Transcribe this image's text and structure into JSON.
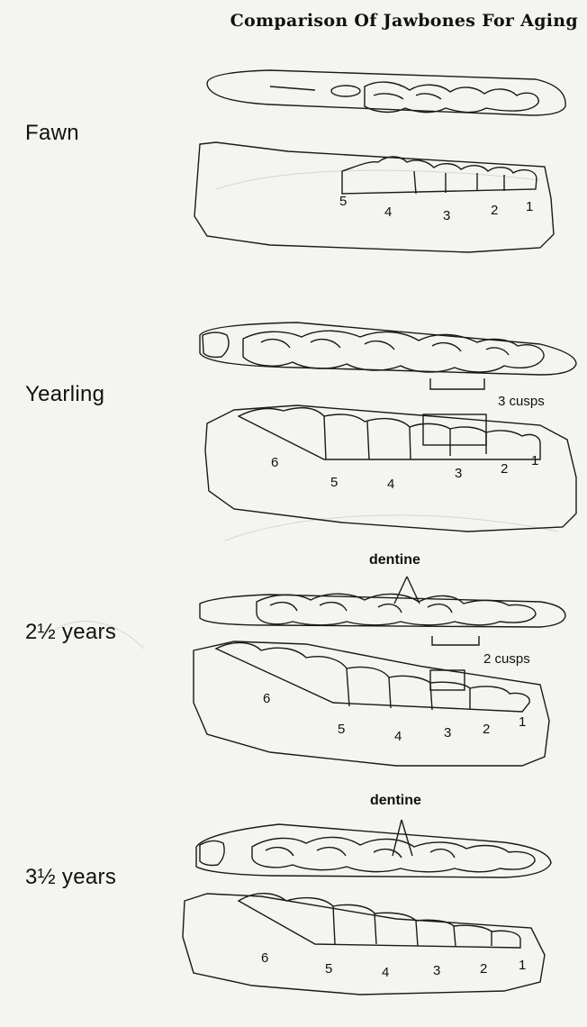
{
  "title": "Comparison Of Jawbones For Aging",
  "stages": [
    {
      "label": "Fawn",
      "numbers": [
        "5",
        "4",
        "3",
        "2",
        "1"
      ]
    },
    {
      "label": "Yearling",
      "numbers": [
        "6",
        "5",
        "4",
        "3",
        "2",
        "1"
      ],
      "annotation": "3 cusps"
    },
    {
      "label": "2½ years",
      "numbers": [
        "6",
        "5",
        "4",
        "3",
        "2",
        "1"
      ],
      "annotation": "2 cusps",
      "dentine": "dentine"
    },
    {
      "label": "3½ years",
      "numbers": [
        "6",
        "5",
        "4",
        "3",
        "2",
        "1"
      ],
      "dentine": "dentine"
    }
  ]
}
